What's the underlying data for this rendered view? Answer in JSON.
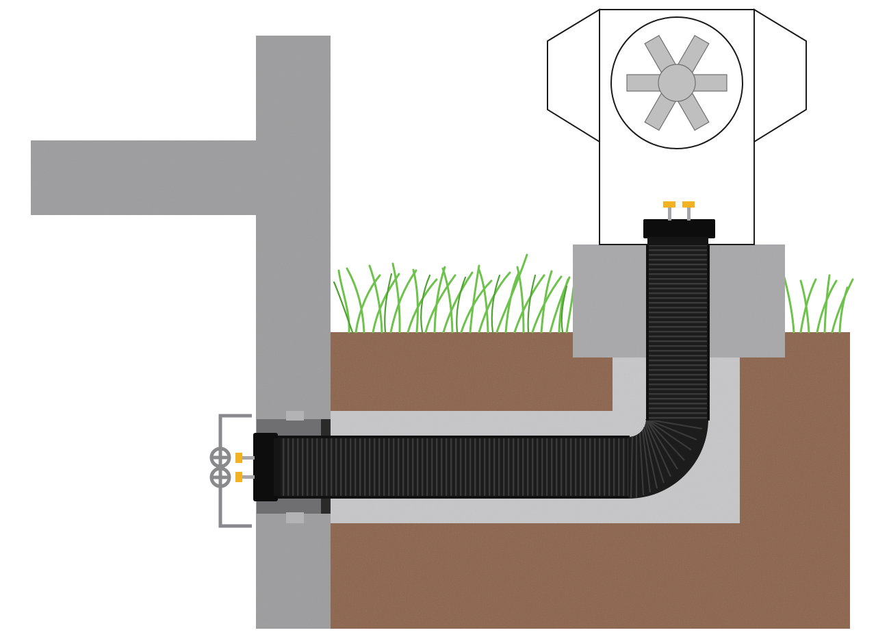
{
  "diagram": {
    "labels": [],
    "colors": {
      "background": "#ffffff",
      "concrete": "#9d9d9f",
      "concrete_light": "#acacae",
      "soil": "#8c644a",
      "gravel": "#c7c7c9",
      "pipe": "#1c1c1c",
      "pipe_rib": "#3a3a3a",
      "seal": "#0d0d0d",
      "bracket": "#8a8a8c",
      "bolt_cap": "#f2b221",
      "bolt_stem": "#a6a6a8",
      "grass": "#6cc24a",
      "grass_dark": "#4ea132",
      "unit_outline": "#1a1a1a",
      "fan_blade": "#bfbfbf"
    },
    "components": {
      "wall": "concrete-wall",
      "slab": "concrete-floor-slab",
      "pipe": "corrugated-flexible-duct",
      "wall_seal": "wall-penetration-seal",
      "unit_seal": "unit-connection-seal",
      "unit": "outdoor-fan-unit",
      "foundation": "concrete-plinth"
    }
  }
}
